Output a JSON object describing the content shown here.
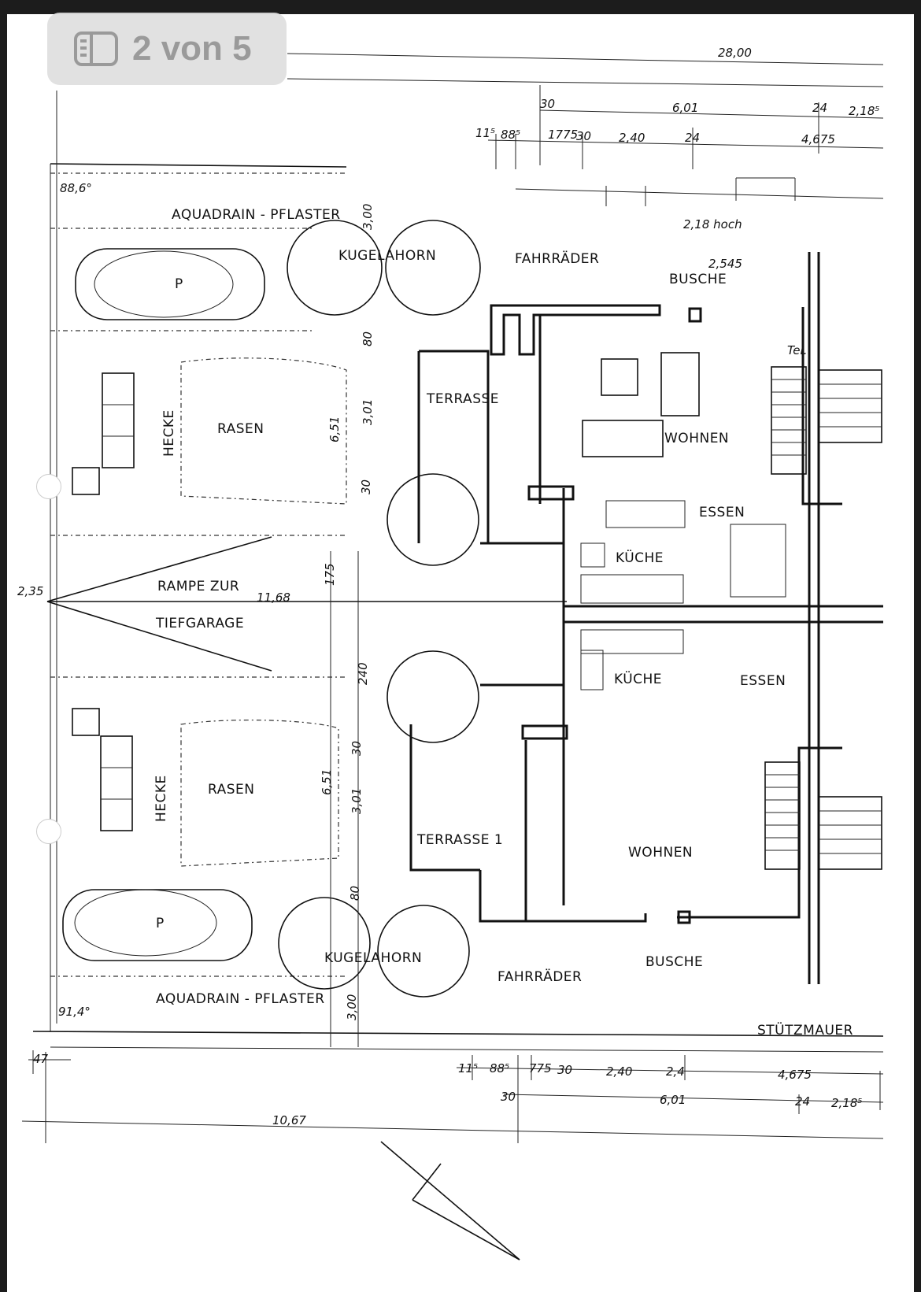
{
  "viewer": {
    "page_indicator": {
      "text": "2 von 5",
      "icon": "sidebar-icon"
    }
  },
  "plan": {
    "labels": {
      "aquadrain_top": "AQUADRAIN - PFLASTER",
      "aquadrain_bottom": "AQUADRAIN - PFLASTER",
      "kugelahorn_top": "KUGELAHORN",
      "kugelahorn_bottom": "KUGELAHORN",
      "fahrraeder_top": "FAHRRÄDER",
      "fahrraeder_bottom": "FAHRRÄDER",
      "busche_top": "BUSCHE",
      "busche_bottom": "BUSCHE",
      "p_top": "P",
      "p_bottom": "P",
      "terrasse_top": "TERRASSE",
      "terrasse_bottom": "TERRASSE 1",
      "wohnen_top": "WOHNEN",
      "wohnen_bottom": "WOHNEN",
      "essen_top": "ESSEN",
      "essen_bottom": "ESSEN",
      "kueche_top": "KÜCHE",
      "kueche_bottom": "KÜCHE",
      "hecke_top": "HECKE",
      "hecke_bottom": "HECKE",
      "rasen_top": "RASEN",
      "rasen_bottom": "RASEN",
      "rampe_line1": "RAMPE ZUR",
      "rampe_line2": "TIEFGARAGE",
      "stuetzmauer": "STÜTZMAUER",
      "tel": "Tel."
    },
    "dimensions": {
      "top_total": "28,00",
      "top_row2": [
        "30",
        "6,01",
        "24",
        "2,18⁵"
      ],
      "top_row3": [
        "11⁵",
        "88⁵",
        "1775",
        "30",
        "2,40",
        "24",
        "4,675"
      ],
      "hand_note": "2,18 hoch",
      "corner_top": "88,6°",
      "corner_bottom": "91,4°",
      "left_mark": "2,35",
      "ramp_length": "11,68",
      "side_top": [
        "3,00",
        "6,51",
        "3,01",
        "30",
        "80"
      ],
      "side_bottom": [
        "6,51",
        "3,01",
        "30",
        "80",
        "3,00"
      ],
      "bottom_row1": [
        "11⁵",
        "88⁵",
        "775",
        "30",
        "2,40",
        "2,4",
        "4,675"
      ],
      "bottom_row2": [
        "30",
        "6,01",
        "24",
        "2,18⁵"
      ],
      "bottom_total": "10,67",
      "bottom_left": "47",
      "busche_note": "2,545",
      "small_240": "240",
      "small_175": "175"
    }
  }
}
